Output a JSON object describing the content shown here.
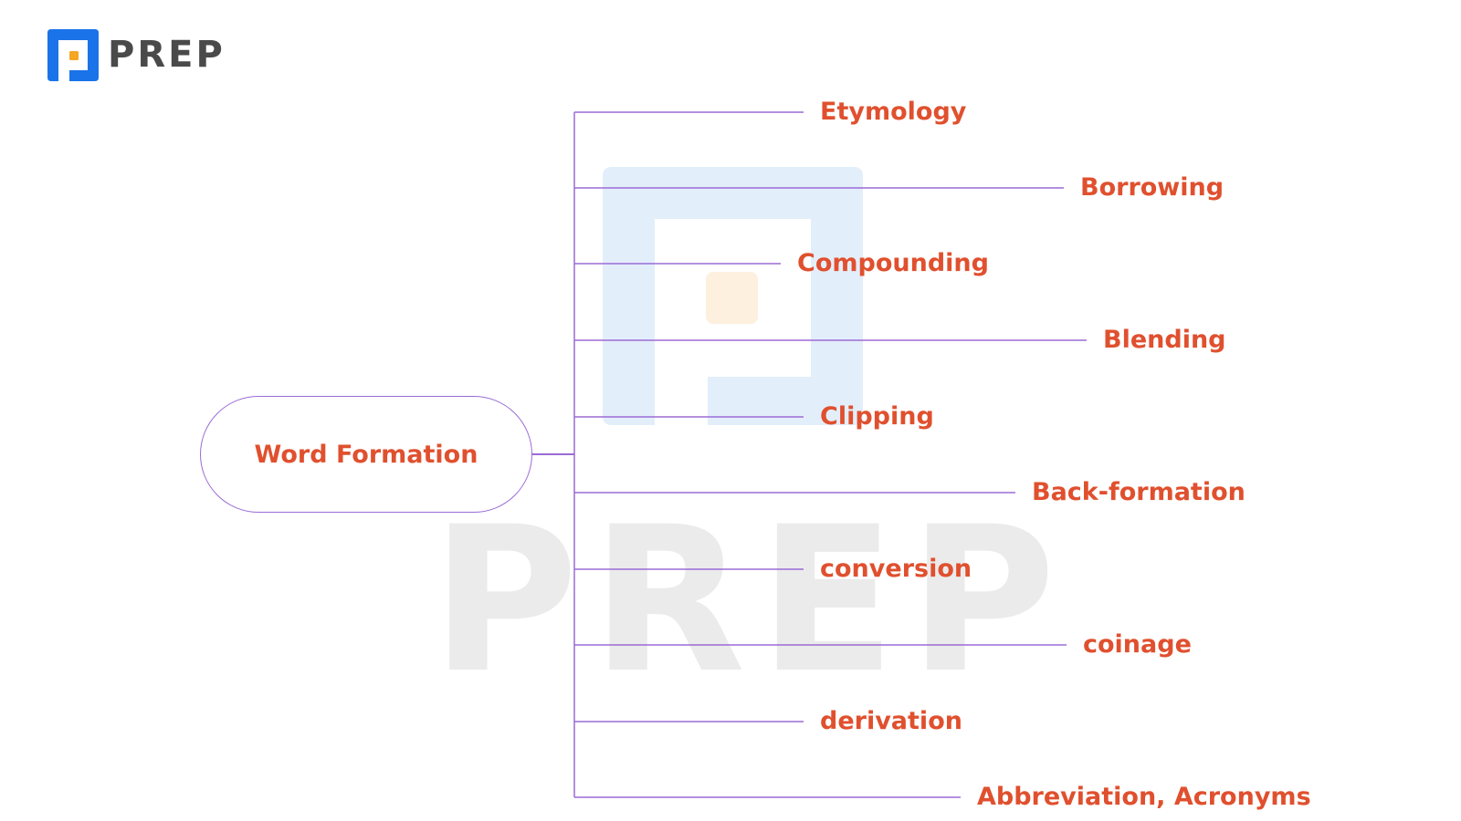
{
  "logo": {
    "text": "PREP",
    "icon": "prep-logo-icon",
    "colors": {
      "blue": "#1a73e8",
      "orange": "#f5a623"
    }
  },
  "watermark": {
    "text": "PREP",
    "icon": "prep-watermark-icon"
  },
  "diagram": {
    "type": "mind-map",
    "root": "Word Formation",
    "branches": [
      "Etymology",
      "Borrowing",
      "Compounding",
      "Blending",
      "Clipping",
      "Back-formation",
      "conversion",
      "coinage",
      "derivation",
      "Abbreviation, Acronyms"
    ],
    "colors": {
      "text": "#e0502e",
      "lines": "#9b6bd6"
    }
  }
}
